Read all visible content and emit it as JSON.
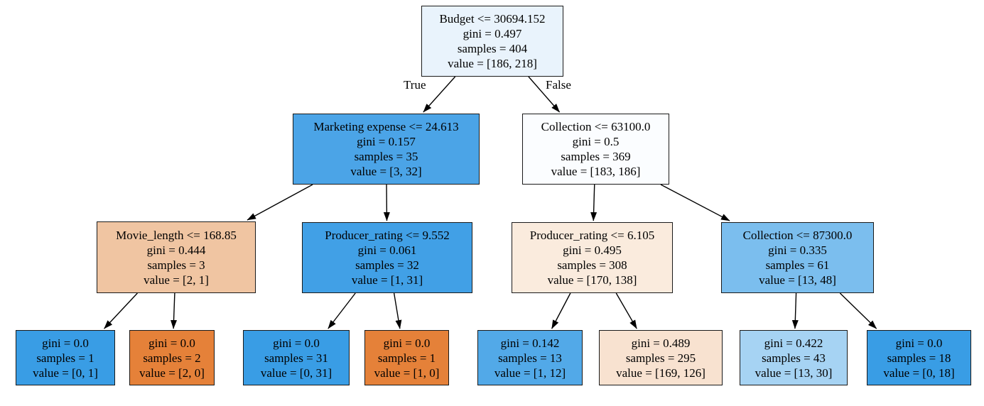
{
  "figure": {
    "type": "decision-tree",
    "criterion": "gini",
    "edge_labels": {
      "true_branch": "True",
      "false_branch": "False"
    },
    "class_colors": {
      "class_0_majority": "#e58139",
      "class_1_majority": "#399de5"
    },
    "nodes": [
      {
        "id": "root",
        "lines": [
          "Budget <= 30694.152",
          "gini = 0.497",
          "samples = 404",
          "value = [186, 218]"
        ],
        "fill": "#e9f3fc"
      },
      {
        "id": "marketing",
        "lines": [
          "Marketing expense <= 24.613",
          "gini = 0.157",
          "samples = 35",
          "value = [3, 32]"
        ],
        "fill": "#4ba4e7"
      },
      {
        "id": "collection-1",
        "lines": [
          "Collection <= 63100.0",
          "gini = 0.5",
          "samples = 369",
          "value = [183, 186]"
        ],
        "fill": "#fbfdff"
      },
      {
        "id": "movie-length",
        "lines": [
          "Movie_length <= 168.85",
          "gini = 0.444",
          "samples = 3",
          "value = [2, 1]"
        ],
        "fill": "#f0c5a2"
      },
      {
        "id": "producer-9552",
        "lines": [
          "Producer_rating <= 9.552",
          "gini = 0.061",
          "samples = 32",
          "value = [1, 31]"
        ],
        "fill": "#41a0e6"
      },
      {
        "id": "producer-6105",
        "lines": [
          "Producer_rating <= 6.105",
          "gini = 0.495",
          "samples = 308",
          "value = [170, 138]"
        ],
        "fill": "#faebdd"
      },
      {
        "id": "collection-87300",
        "lines": [
          "Collection <= 87300.0",
          "gini = 0.335",
          "samples = 61",
          "value = [13, 48]"
        ],
        "fill": "#7bbeee"
      },
      {
        "id": "leaf-1",
        "lines": [
          "gini = 0.0",
          "samples = 1",
          "value = [0, 1]"
        ],
        "fill": "#399de5"
      },
      {
        "id": "leaf-2",
        "lines": [
          "gini = 0.0",
          "samples = 2",
          "value = [2, 0]"
        ],
        "fill": "#e58139"
      },
      {
        "id": "leaf-3",
        "lines": [
          "gini = 0.0",
          "samples = 31",
          "value = [0, 31]"
        ],
        "fill": "#399de5"
      },
      {
        "id": "leaf-4",
        "lines": [
          "gini = 0.0",
          "samples = 1",
          "value = [1, 0]"
        ],
        "fill": "#e58139"
      },
      {
        "id": "leaf-5",
        "lines": [
          "gini = 0.142",
          "samples = 13",
          "value = [1, 12]"
        ],
        "fill": "#52a9e8"
      },
      {
        "id": "leaf-6",
        "lines": [
          "gini = 0.489",
          "samples = 295",
          "value = [169, 126]"
        ],
        "fill": "#f8e2d0"
      },
      {
        "id": "leaf-7",
        "lines": [
          "gini = 0.422",
          "samples = 43",
          "value = [13, 30]"
        ],
        "fill": "#a6d3f3"
      },
      {
        "id": "leaf-8",
        "lines": [
          "gini = 0.0",
          "samples = 18",
          "value = [0, 18]"
        ],
        "fill": "#399de5"
      }
    ]
  }
}
